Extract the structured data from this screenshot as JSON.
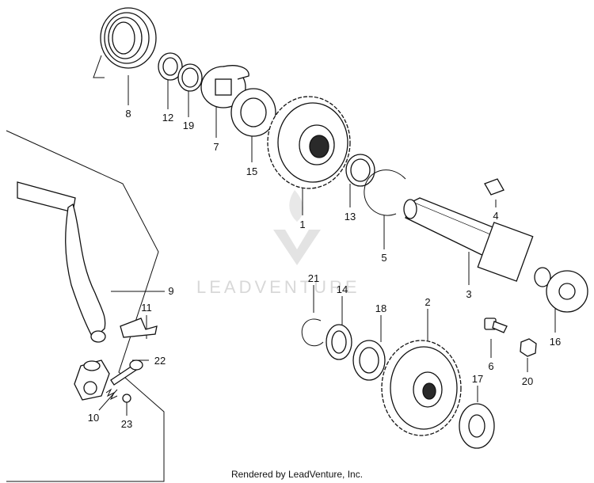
{
  "watermark": {
    "brand": "LEADVENTURE"
  },
  "footer": {
    "text": "Rendered by LeadVenture, Inc."
  },
  "callouts": [
    "1",
    "2",
    "3",
    "4",
    "5",
    "6",
    "7",
    "8",
    "9",
    "10",
    "11",
    "12",
    "13",
    "14",
    "15",
    "16",
    "17",
    "18",
    "19",
    "20",
    "21",
    "22",
    "23"
  ]
}
